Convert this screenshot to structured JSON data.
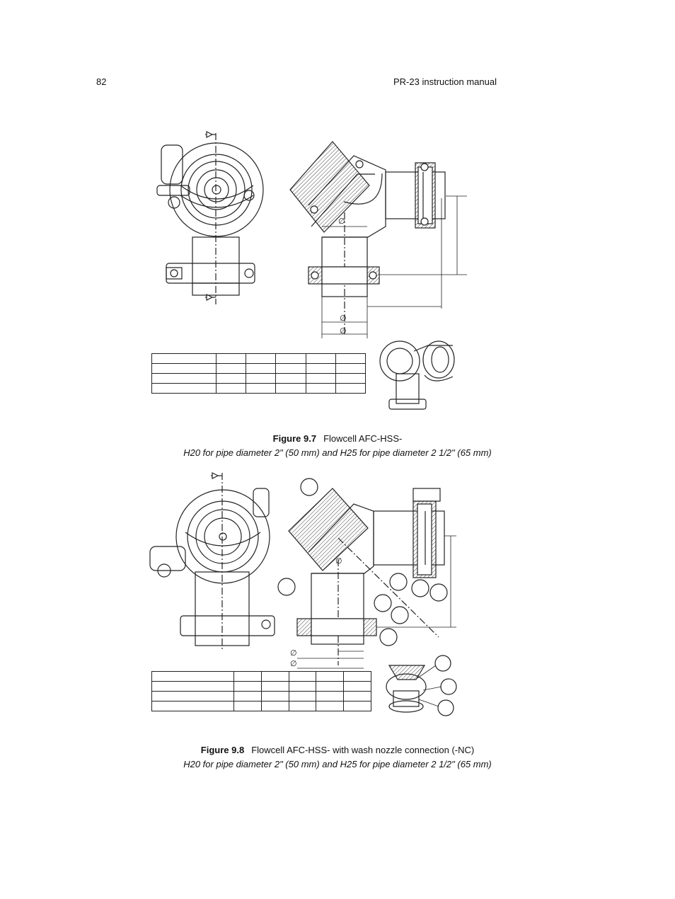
{
  "header": {
    "page_number": "82",
    "running_title": "PR-23 instruction manual"
  },
  "figure_1": {
    "label": "Figure 9.7",
    "title": "Flowcell AFC-HSS-",
    "subtitle": "H20 for pipe diameter 2\" (50 mm) and H25 for pipe diameter 2 1/2\" (65 mm)",
    "dim_symbols": [
      "∅",
      "∅",
      "∅"
    ],
    "table": {
      "rows": 4,
      "cols": 6
    }
  },
  "figure_2": {
    "label": "Figure 9.8",
    "title": "Flowcell AFC-HSS- with wash nozzle connection (-NC)",
    "subtitle": "H20 for pipe diameter 2\" (50 mm) and H25 for pipe diameter 2 1/2\" (65 mm)",
    "dim_symbols": [
      "∅",
      "∅",
      "∅"
    ],
    "table": {
      "rows": 4,
      "cols": 6
    }
  },
  "colors": {
    "ink": "#222222",
    "hatch": "#555555",
    "background": "#ffffff"
  }
}
